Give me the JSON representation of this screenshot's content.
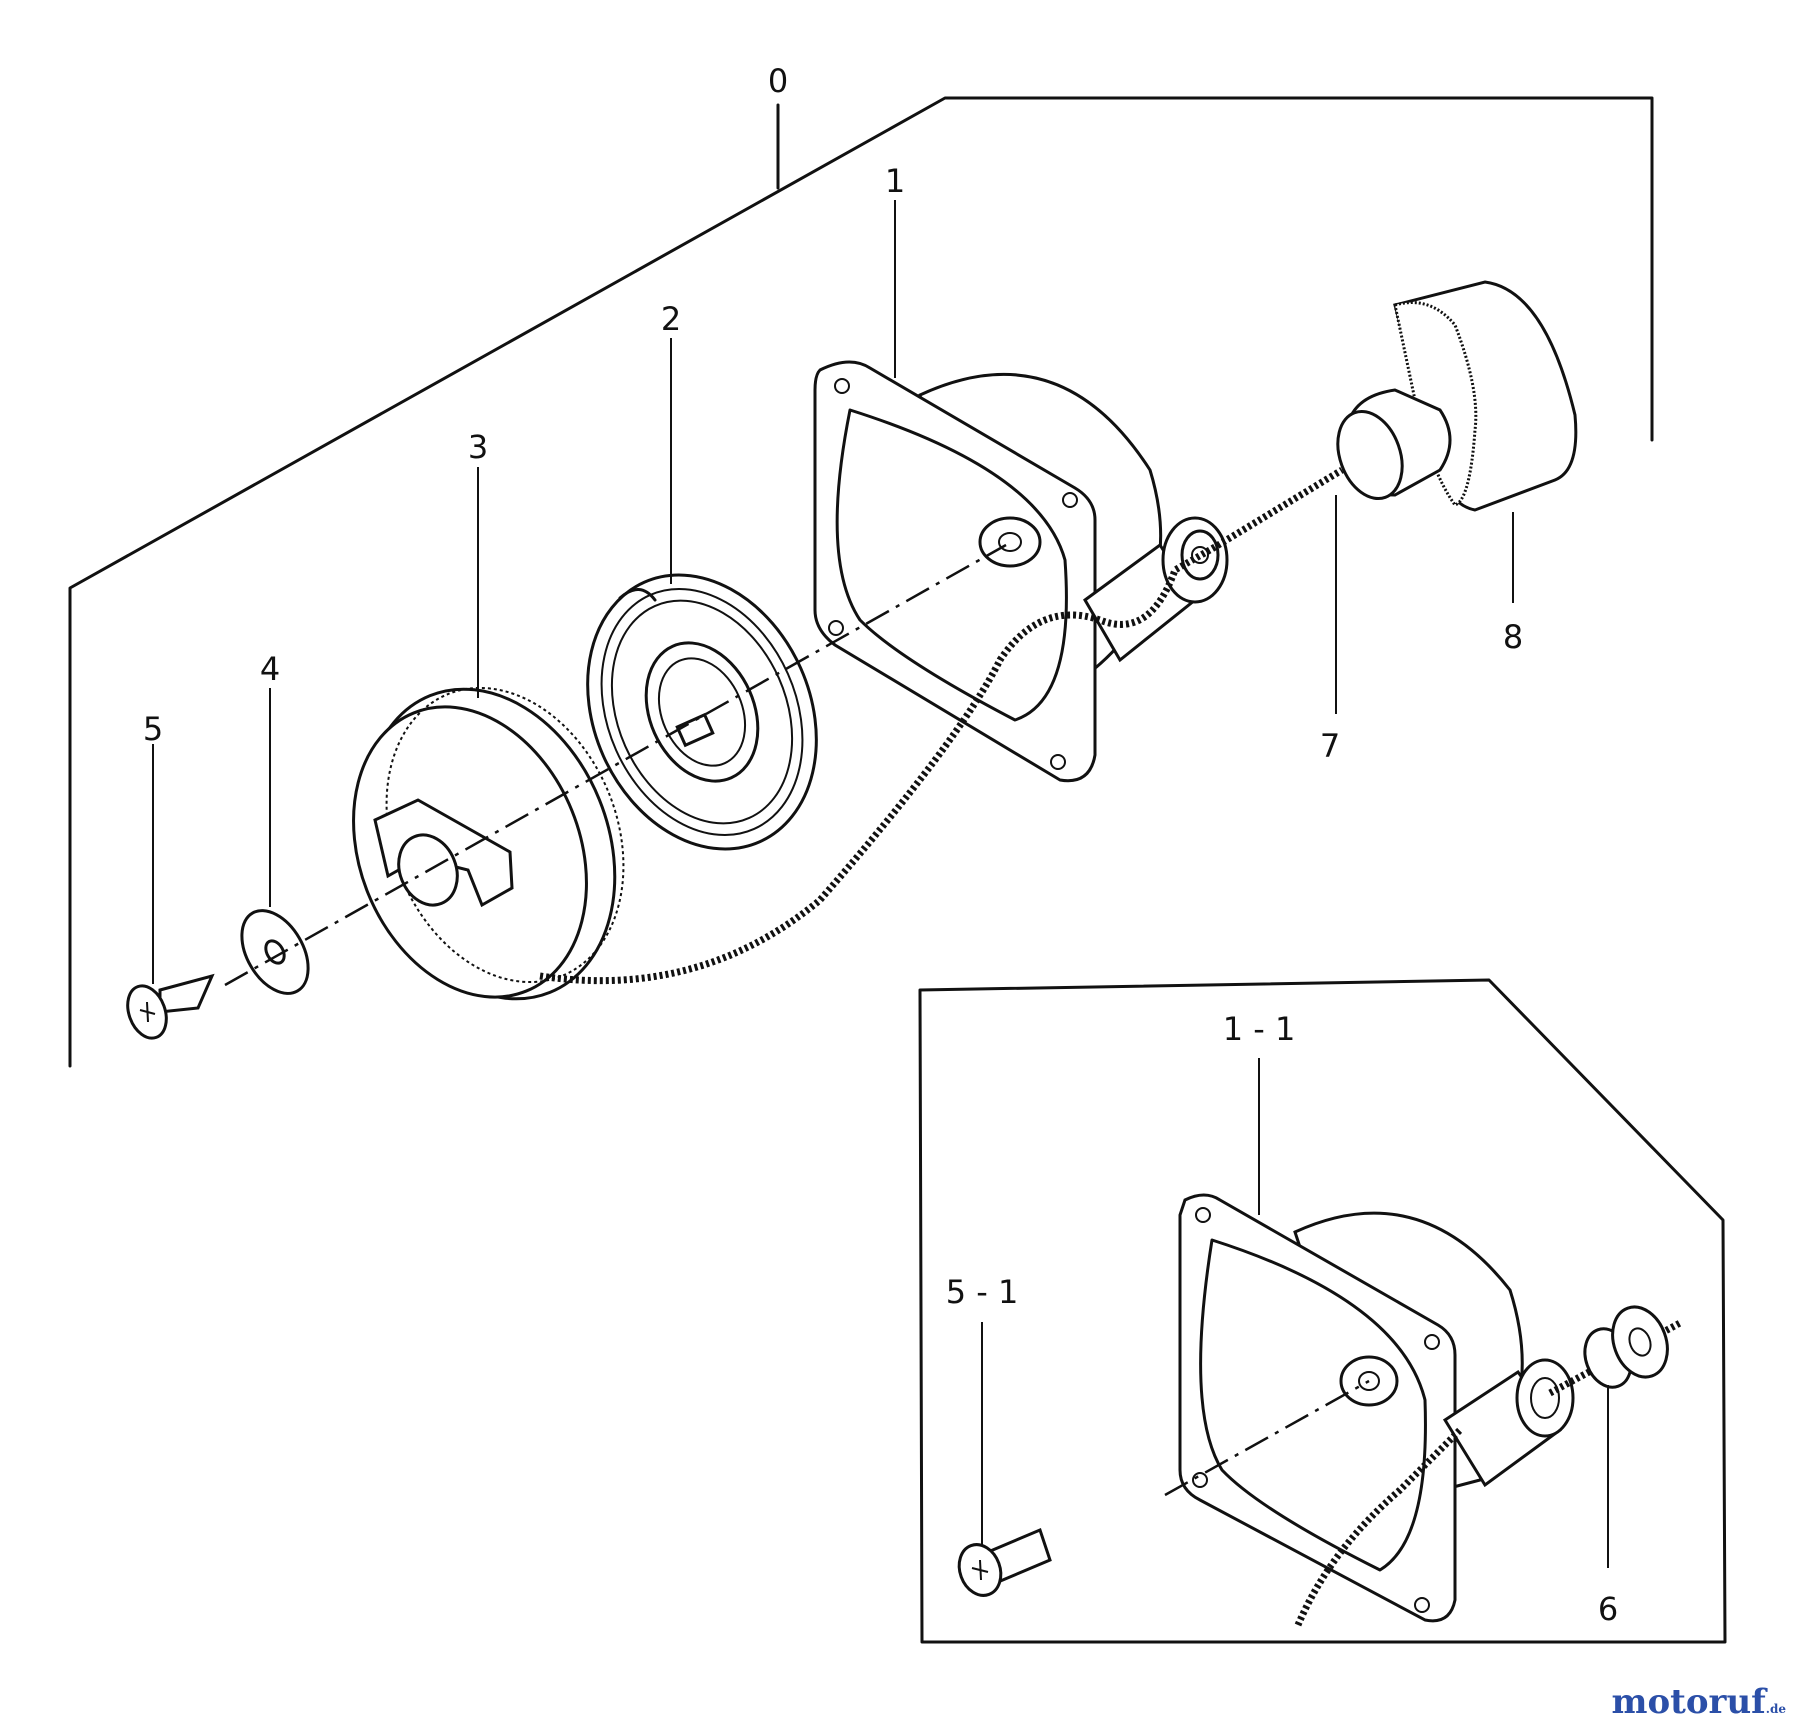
{
  "diagram": {
    "labels": {
      "assembly": "0",
      "housing": "1",
      "housing_alt": "1 - 1",
      "spring": "2",
      "reel": "3",
      "washer": "4",
      "screw": "5",
      "screw_alt": "5 - 1",
      "grommet": "6",
      "rope": "7",
      "handle": "8"
    }
  },
  "watermark": {
    "brand": "motoruf",
    "tld": ".de"
  }
}
